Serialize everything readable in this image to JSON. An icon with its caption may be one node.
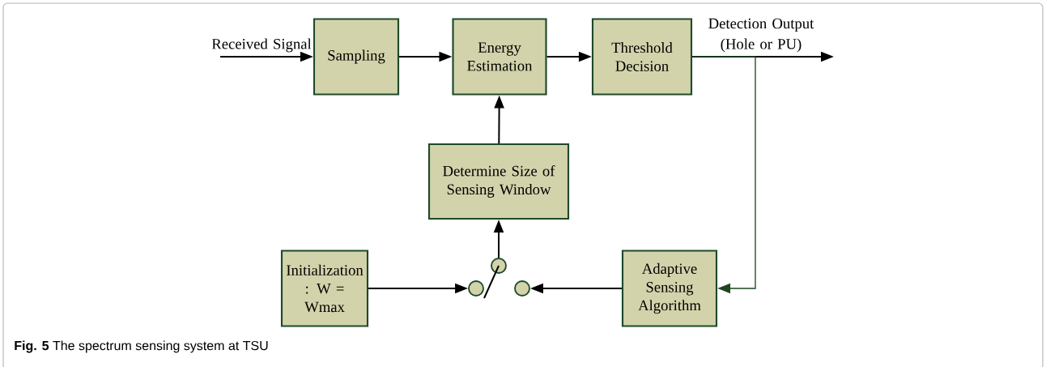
{
  "diagram": {
    "caption": "**Fig. 5** The spectrum sensing system at TSU",
    "nodes": [
      {
        "text": [
          "Sampling"
        ]
      },
      {
        "text": [
          "Energy Estimation"
        ]
      },
      {
        "text": [
          "Threshold Decision"
        ]
      },
      {
        "text": [
          "Determine Size of Sensing Window"
        ]
      },
      {
        "text": [
          "Initialization : W = Wmax"
        ]
      },
      {
        "text": [
          "Adaptive Sensing Algorithm"
        ]
      },
      {
        "text": [],
        "shape": "circle"
      },
      {
        "text": [],
        "shape": "circle"
      },
      {
        "text": [],
        "shape": "circle"
      }
    ],
    "edges": [
      {
        "from": null,
        "to": 0,
        "arrow": "to",
        "label": "Received Signal"
      },
      {
        "from": 0,
        "to": 1,
        "arrow": "to"
      },
      {
        "from": 1,
        "to": 2,
        "arrow": "to"
      },
      {
        "from": 2,
        "to": null,
        "arrow": "to",
        "label": "Detection Output (Hole or PU)"
      },
      {
        "from": 3,
        "to": 1,
        "arrow": "to"
      },
      {
        "from": 6,
        "to": 3,
        "arrow": "to"
      },
      {
        "from": 4,
        "to": 7,
        "arrow": "to"
      },
      {
        "from": 5,
        "to": 8,
        "arrow": "to"
      },
      {
        "from": 2,
        "to": 5,
        "arrow": "to",
        "color": "#1e4620"
      }
    ]
  }
}
